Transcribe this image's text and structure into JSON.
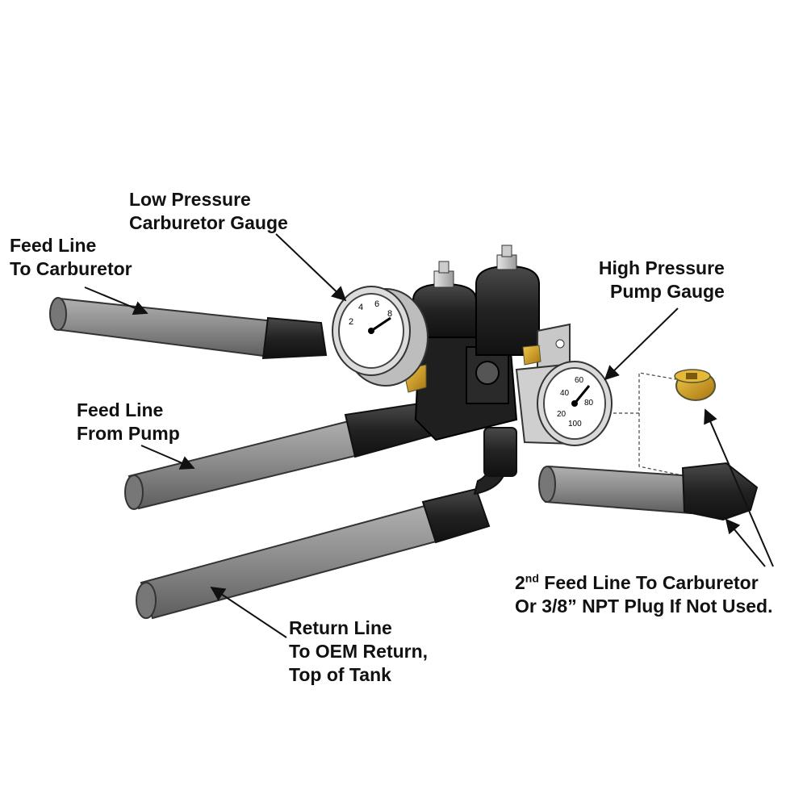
{
  "labels": {
    "low_pressure_gauge": [
      "Low Pressure",
      "Carburetor Gauge"
    ],
    "feed_to_carb": [
      "Feed Line",
      "To Carburetor"
    ],
    "high_pressure_gauge": [
      "High Pressure",
      "Pump Gauge"
    ],
    "feed_from_pump": [
      "Feed Line",
      "From Pump"
    ],
    "second_feed": {
      "num": "2",
      "sup": "nd",
      "rest": " Feed Line To Carburetor",
      "line2": "Or 3/8” NPT Plug If Not Used."
    },
    "return_line": [
      "Return Line",
      "To OEM Return,",
      "Top of Tank"
    ]
  },
  "gauges": {
    "low_scale": [
      "2",
      "4",
      "6",
      "8"
    ],
    "high_scale": [
      "20",
      "40",
      "60",
      "80",
      "100"
    ]
  },
  "colors": {
    "line": "#8c8c8c",
    "fitting": "#2b2b2b",
    "brass": "#c8961e",
    "body": "#1e1e1e"
  }
}
